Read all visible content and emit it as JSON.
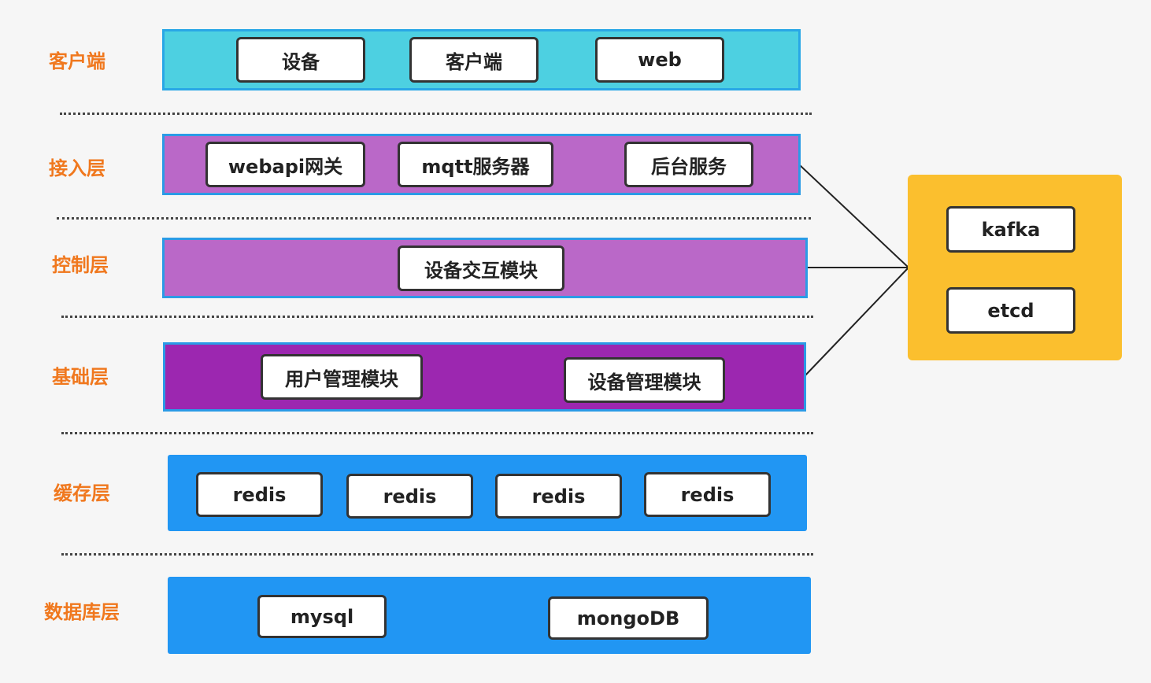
{
  "layers": {
    "client": {
      "label": "客户端",
      "items": [
        "设备",
        "客户端",
        "web"
      ]
    },
    "access": {
      "label": "接入层",
      "items": [
        "webapi网关",
        "mqtt服务器",
        "后台服务"
      ]
    },
    "control": {
      "label": "控制层",
      "items": [
        "设备交互模块"
      ]
    },
    "base": {
      "label": "基础层",
      "items": [
        "用户管理模块",
        "设备管理模块"
      ]
    },
    "cache": {
      "label": "缓存层",
      "items": [
        "redis",
        "redis",
        "redis",
        "redis"
      ]
    },
    "db": {
      "label": "数据库层",
      "items": [
        "mysql",
        "mongoDB"
      ]
    }
  },
  "middleware": {
    "items": [
      "kafka",
      "etcd"
    ]
  },
  "colors": {
    "label": "#f0781e",
    "client_band": "#4dd0e1",
    "access_band": "#ba68c8",
    "control_band": "#ba68c8",
    "base_band": "#9c27b0",
    "cache_band": "#2196f3",
    "db_band": "#2196f3",
    "middleware_panel": "#fbbf2e"
  }
}
